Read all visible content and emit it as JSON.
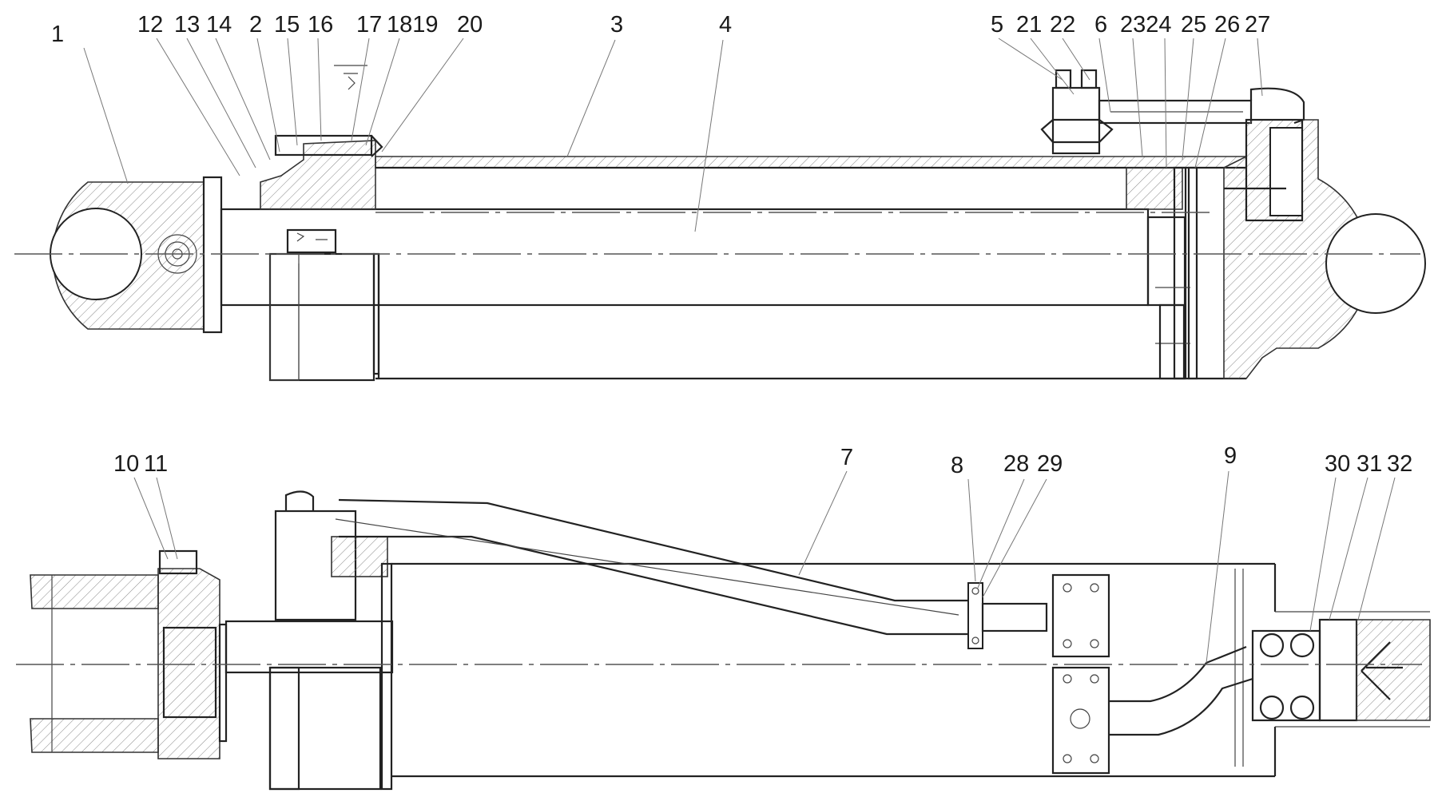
{
  "drawing": {
    "labels_top": [
      "1",
      "12",
      "13",
      "14",
      "2",
      "15",
      "16",
      "17",
      "1819",
      "20",
      "3",
      "4",
      "5",
      "21",
      "22",
      "6",
      "2324",
      "25",
      "26",
      "27"
    ],
    "labels_bottom": [
      "10",
      "11",
      "7",
      "8",
      "28",
      "29",
      "9",
      "30",
      "31",
      "32"
    ]
  }
}
